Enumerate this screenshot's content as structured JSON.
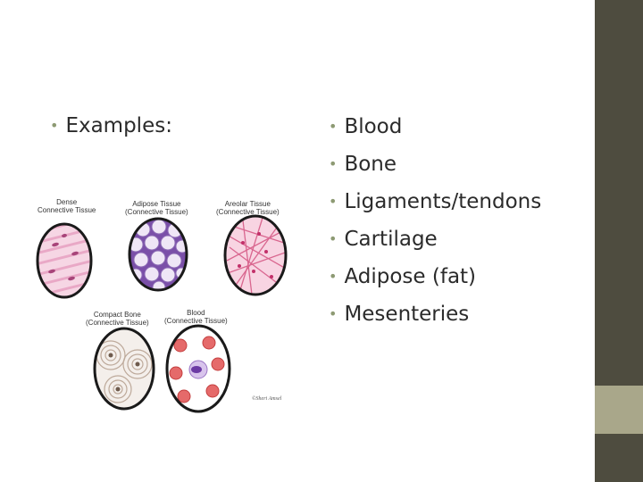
{
  "slide": {
    "left_bullet": "Examples:",
    "items": [
      "Blood",
      "Bone",
      "Ligaments/tendons",
      "Cartilage",
      "Adipose (fat)",
      "Mesenteries"
    ],
    "bullet_glyph": "•"
  },
  "figure": {
    "labels": {
      "dense_1": "Dense",
      "dense_2": "Connective Tissue",
      "adipose_1": "Adipose Tissue",
      "adipose_2": "(Connective Tissue)",
      "areolar_1": "Areolar Tissue",
      "areolar_2": "(Connective Tissue)",
      "bone_1": "Compact Bone",
      "bone_2": "(Connective Tissue)",
      "blood_1": "Blood",
      "blood_2": "(Connective Tissue)"
    },
    "credit": "©Sheri Amsel"
  },
  "colors": {
    "accent_dark": "#4e4c3f",
    "accent_light": "#a9a78a",
    "bullet": "#8d9a73"
  }
}
